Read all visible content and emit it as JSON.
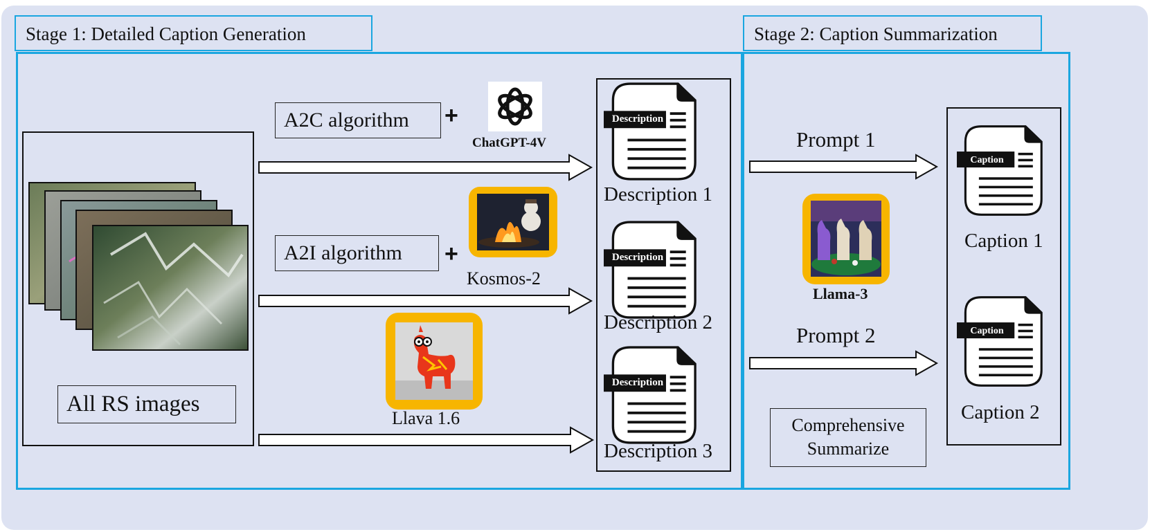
{
  "stage1": {
    "title": "Stage 1: Detailed Caption Generation"
  },
  "stage2": {
    "title": "Stage 2: Caption Summarization"
  },
  "input": {
    "label": "All RS images"
  },
  "algorithms": {
    "a2c": "A2C algorithm",
    "a2i": "A2I algorithm",
    "plus": "+"
  },
  "models": {
    "chatgpt": "ChatGPT-4V",
    "kosmos": "Kosmos-2",
    "llava": "Llava 1.6",
    "llama": "Llama-3"
  },
  "descriptions": {
    "tag": "Description",
    "items": [
      "Description 1",
      "Description 2",
      "Description 3"
    ]
  },
  "prompts": [
    "Prompt 1",
    "Prompt 2"
  ],
  "summarize": {
    "line1": "Comprehensive",
    "line2": "Summarize"
  },
  "captions": {
    "tag": "Caption",
    "items": [
      "Caption 1",
      "Caption 2"
    ]
  },
  "colors": {
    "accent": "#1aa6e0",
    "background": "#dde2f2",
    "badge": "#f7b500"
  }
}
